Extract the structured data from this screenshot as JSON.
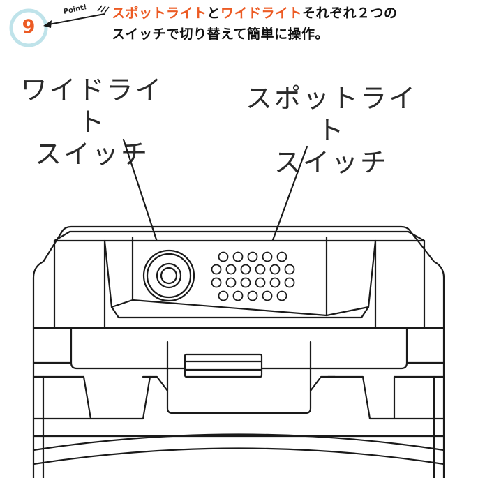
{
  "point": {
    "number": "9",
    "tag": "Point!",
    "headline": {
      "spot": "スポットライト",
      "and": "と",
      "wide": "ワイドライト",
      "rest": "それぞれ２つの",
      "line2": "スイッチで切り替えて簡単に操作。"
    }
  },
  "labels": {
    "wide_switch_line1": "ワイドライト",
    "wide_switch_line2": "スイッチ",
    "spot_switch_line1": "スポットライト",
    "spot_switch_line2": "スイッチ"
  },
  "colors": {
    "accent": "#ec5b24",
    "badge_ring": "#bfe3ea",
    "line": "#1a1a1a"
  }
}
